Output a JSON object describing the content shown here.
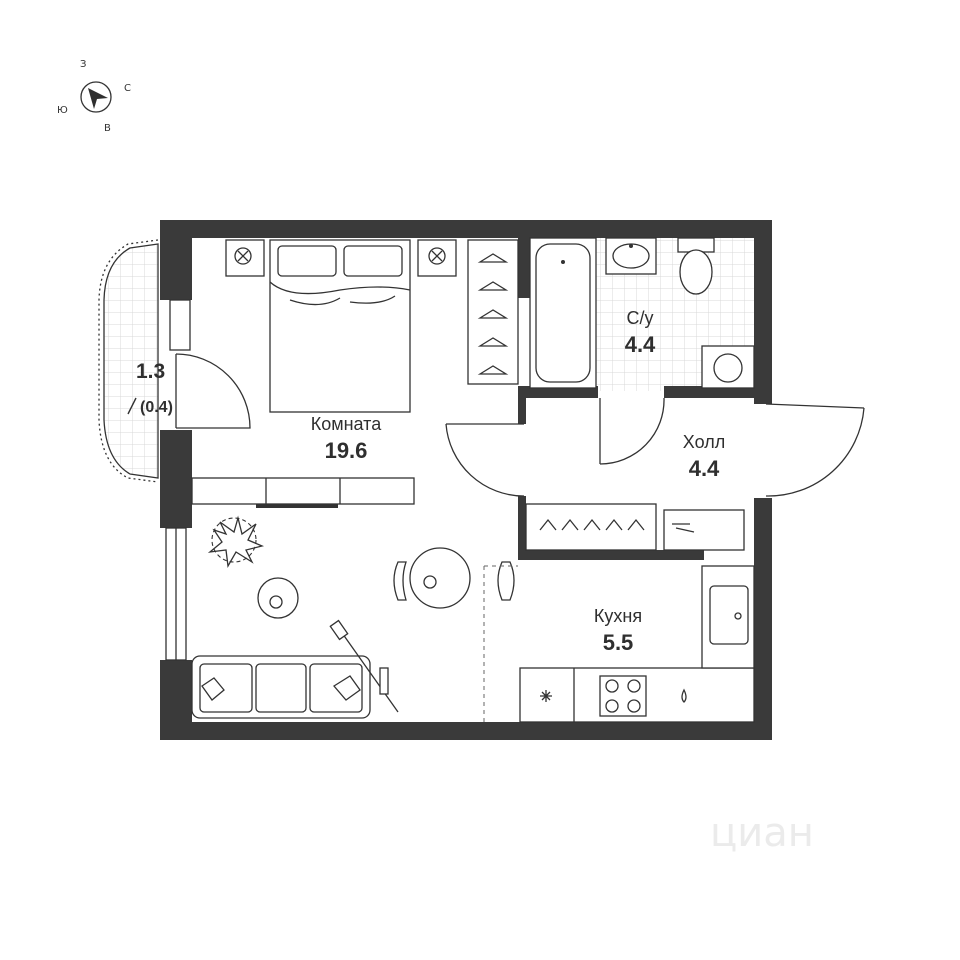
{
  "compass": {
    "north": "С",
    "south": "Ю",
    "west": "З",
    "east": "В"
  },
  "rooms": {
    "room": {
      "name": "Комната",
      "area": "19.6"
    },
    "bathroom": {
      "name": "С/у",
      "area": "4.4"
    },
    "hall": {
      "name": "Холл",
      "area": "4.4"
    },
    "kitchen": {
      "name": "Кухня",
      "area": "5.5"
    },
    "balcony": {
      "area": "1.3",
      "area_reduced": "(0.4)"
    }
  },
  "watermark": "циан",
  "colors": {
    "wall": "#3a3a3a",
    "line": "#333333",
    "tile": "#dcdcdc"
  }
}
